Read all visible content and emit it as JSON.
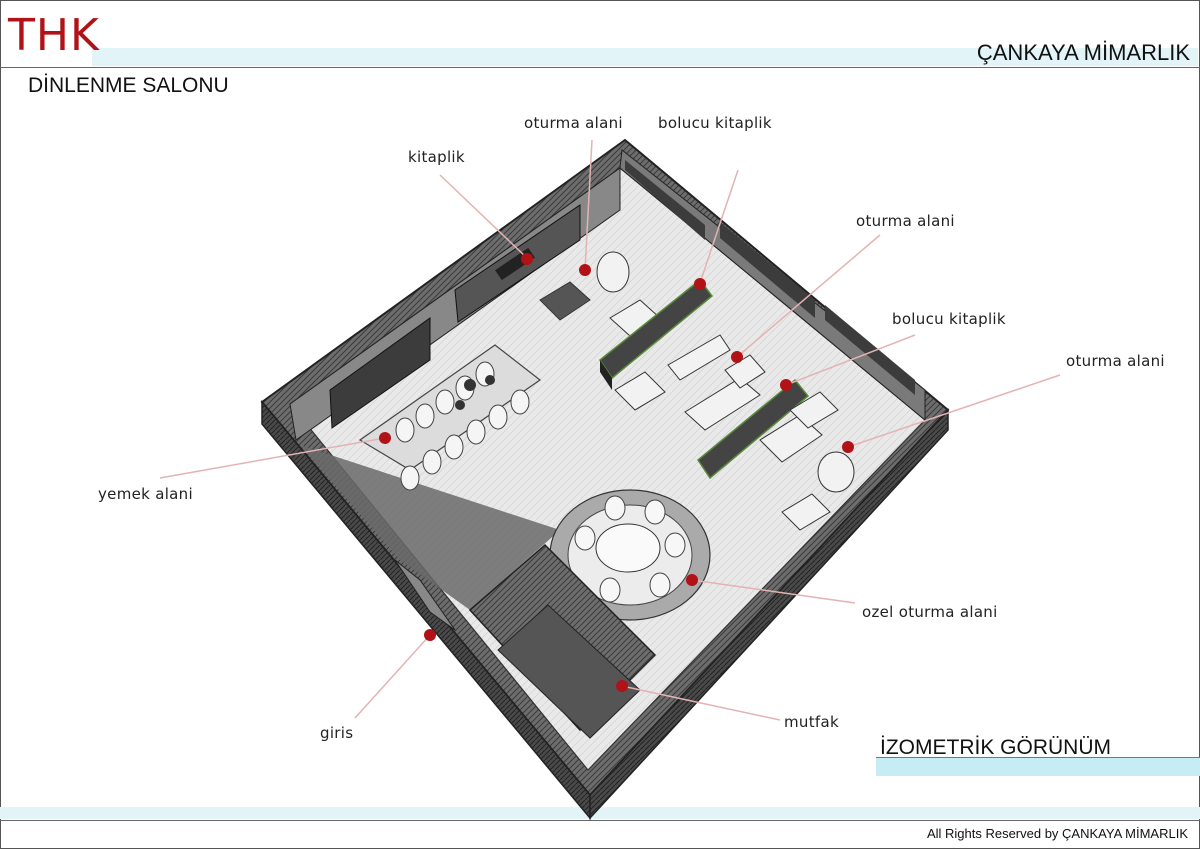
{
  "header": {
    "logo": "THK",
    "firm": "ÇANKAYA MİMARLIK",
    "title": "DİNLENME SALONU"
  },
  "view_title": "İZOMETRİK GÖRÜNÜM",
  "footer": "All Rights Reserved by ÇANKAYA MİMARLIK",
  "labels": {
    "kitaplik": "kitaplik",
    "oturma1": "oturma alani",
    "bolucu1": "bolucu kitaplik",
    "oturma2": "oturma alani",
    "bolucu2": "bolucu kitaplik",
    "oturma3": "oturma alani",
    "yemek": "yemek alani",
    "ozel": "ozel oturma alani",
    "giris": "giris",
    "mutfak": "mutfak"
  },
  "colors": {
    "brand": "#b01217",
    "band": "#e2f4f8",
    "marker": "#b01217",
    "leader": "#e3b3b3"
  }
}
